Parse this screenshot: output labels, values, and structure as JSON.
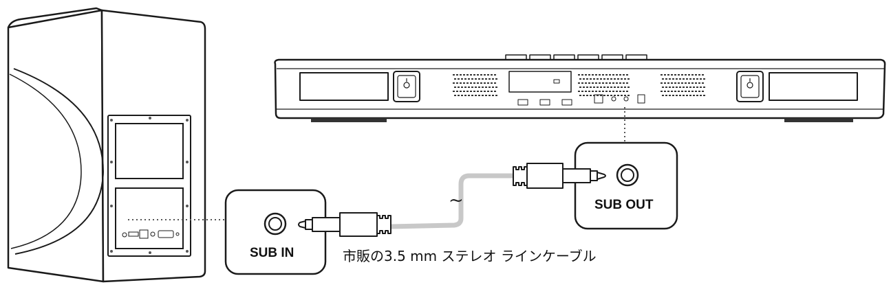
{
  "ports": {
    "sub_in": "SUB IN",
    "sub_out": "SUB OUT"
  },
  "cable": {
    "caption": "市販の3.5 mm ステレオ ラインケーブル",
    "break_mark": "~"
  },
  "colors": {
    "line": "#1a1a1a",
    "cable": "#c8c8c8",
    "panel": "#d0d0d0"
  }
}
